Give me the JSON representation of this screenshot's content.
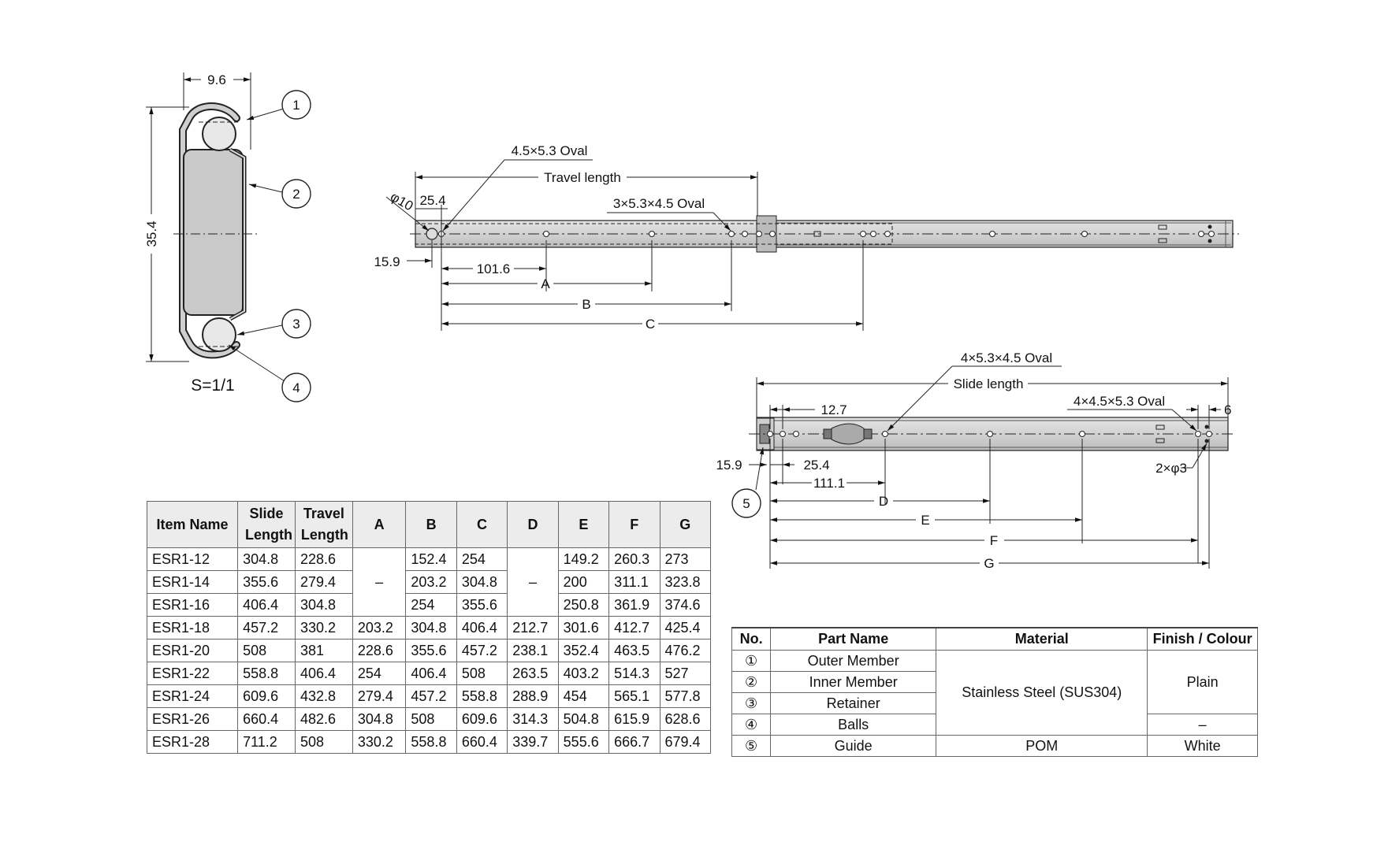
{
  "cross_section": {
    "width_dim": "9.6",
    "height_dim": "35.4",
    "scale": "S=1/1",
    "callouts": [
      "1",
      "2",
      "3",
      "4"
    ]
  },
  "top_view": {
    "hole_a_label": "4.5×5.3 Oval",
    "travel_label": "Travel length",
    "oval_b_label": "3×5.3×4.5 Oval",
    "dia_label": "φ10",
    "dim_25_4": "25.4",
    "dim_15_9": "15.9",
    "dim_101_6": "101.6",
    "dim_a": "A",
    "dim_b": "B",
    "dim_c": "C"
  },
  "bottom_view": {
    "oval_label": "4×5.3×4.5 Oval",
    "slide_label": "Slide length",
    "oval2_label": "4×4.5×5.3 Oval",
    "dim_12_7": "12.7",
    "dim_6": "6",
    "dim_15_9": "15.9",
    "dim_25_4": "25.4",
    "dim_2xphi3": "2×φ3",
    "dim_111_1": "111.1",
    "dim_d": "D",
    "dim_e": "E",
    "dim_f": "F",
    "dim_g": "G",
    "callout": "5"
  },
  "spec_table": {
    "headers": [
      "Item Name",
      "Slide Length",
      "Travel Length",
      "A",
      "B",
      "C",
      "D",
      "E",
      "F",
      "G"
    ],
    "dash": "–",
    "rows": [
      [
        "ESR1-12",
        "304.8",
        "228.6",
        "",
        "152.4",
        "254",
        "",
        "149.2",
        "260.3",
        "273"
      ],
      [
        "ESR1-14",
        "355.6",
        "279.4",
        "",
        "203.2",
        "304.8",
        "",
        "200",
        "311.1",
        "323.8"
      ],
      [
        "ESR1-16",
        "406.4",
        "304.8",
        "",
        "254",
        "355.6",
        "",
        "250.8",
        "361.9",
        "374.6"
      ],
      [
        "ESR1-18",
        "457.2",
        "330.2",
        "203.2",
        "304.8",
        "406.4",
        "212.7",
        "301.6",
        "412.7",
        "425.4"
      ],
      [
        "ESR1-20",
        "508",
        "381",
        "228.6",
        "355.6",
        "457.2",
        "238.1",
        "352.4",
        "463.5",
        "476.2"
      ],
      [
        "ESR1-22",
        "558.8",
        "406.4",
        "254",
        "406.4",
        "508",
        "263.5",
        "403.2",
        "514.3",
        "527"
      ],
      [
        "ESR1-24",
        "609.6",
        "432.8",
        "279.4",
        "457.2",
        "558.8",
        "288.9",
        "454",
        "565.1",
        "577.8"
      ],
      [
        "ESR1-26",
        "660.4",
        "482.6",
        "304.8",
        "508",
        "609.6",
        "314.3",
        "504.8",
        "615.9",
        "628.6"
      ],
      [
        "ESR1-28",
        "711.2",
        "508",
        "330.2",
        "558.8",
        "660.4",
        "339.7",
        "555.6",
        "666.7",
        "679.4"
      ]
    ]
  },
  "parts_table": {
    "headers": [
      "No.",
      "Part Name",
      "Material",
      "Finish / Colour"
    ],
    "rows": [
      {
        "no": "①",
        "part": "Outer Member"
      },
      {
        "no": "②",
        "part": "Inner Member"
      },
      {
        "no": "③",
        "part": "Retainer"
      },
      {
        "no": "④",
        "part": "Balls"
      },
      {
        "no": "⑤",
        "part": "Guide"
      }
    ],
    "material_steel": "Stainless Steel (SUS304)",
    "material_pom": "POM",
    "finish_plain": "Plain",
    "finish_dash": "–",
    "finish_white": "White"
  }
}
